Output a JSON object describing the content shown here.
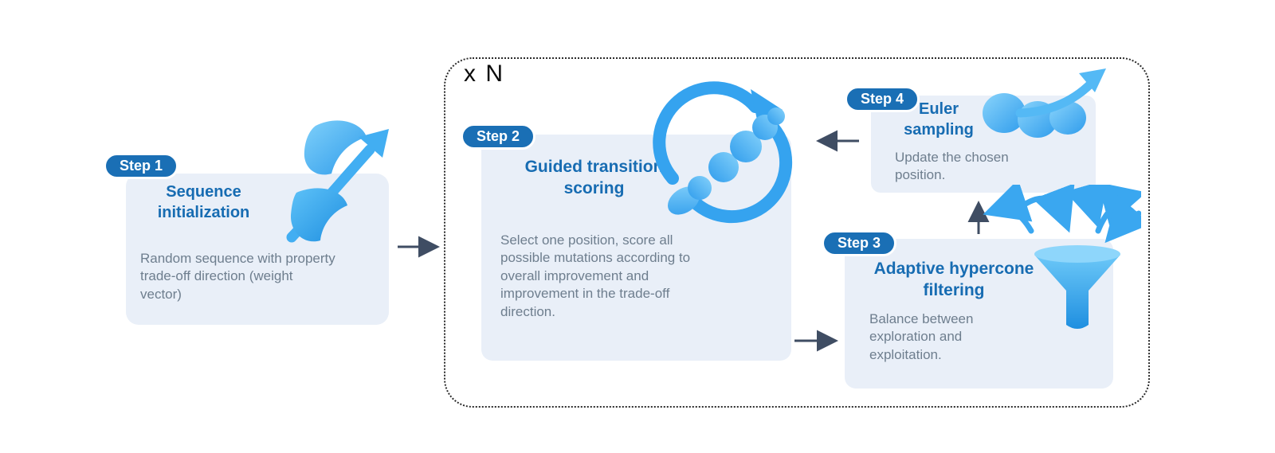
{
  "diagram": {
    "loop_label": "x N",
    "steps": [
      {
        "badge": "Step 1",
        "title": "Sequence initialization",
        "body": "Random sequence with property trade-off direction (weight vector)",
        "icon": "helix-arrow"
      },
      {
        "badge": "Step 2",
        "title": "Guided transition scoring",
        "body": "Select one position, score all possible mutations according to overall improvement and improvement in the trade-off direction.",
        "icon": "cycle-beads"
      },
      {
        "badge": "Step 3",
        "title": "Adaptive hypercone filtering",
        "body": "Balance between exploration and exploitation.",
        "icon": "funnel-arrows"
      },
      {
        "badge": "Step 4",
        "title": "Euler sampling",
        "body": "Update the chosen position.",
        "icon": "beads-arrow"
      }
    ],
    "colors": {
      "badge_bg": "#1a6fb5",
      "heading": "#176cb2",
      "body_text": "#6e7e8e",
      "card_bg": "#e9eff8",
      "connector_arrow": "#3f4d63",
      "icon_blue": "#35a3ef",
      "loop_border": "#2b2b2b"
    }
  }
}
